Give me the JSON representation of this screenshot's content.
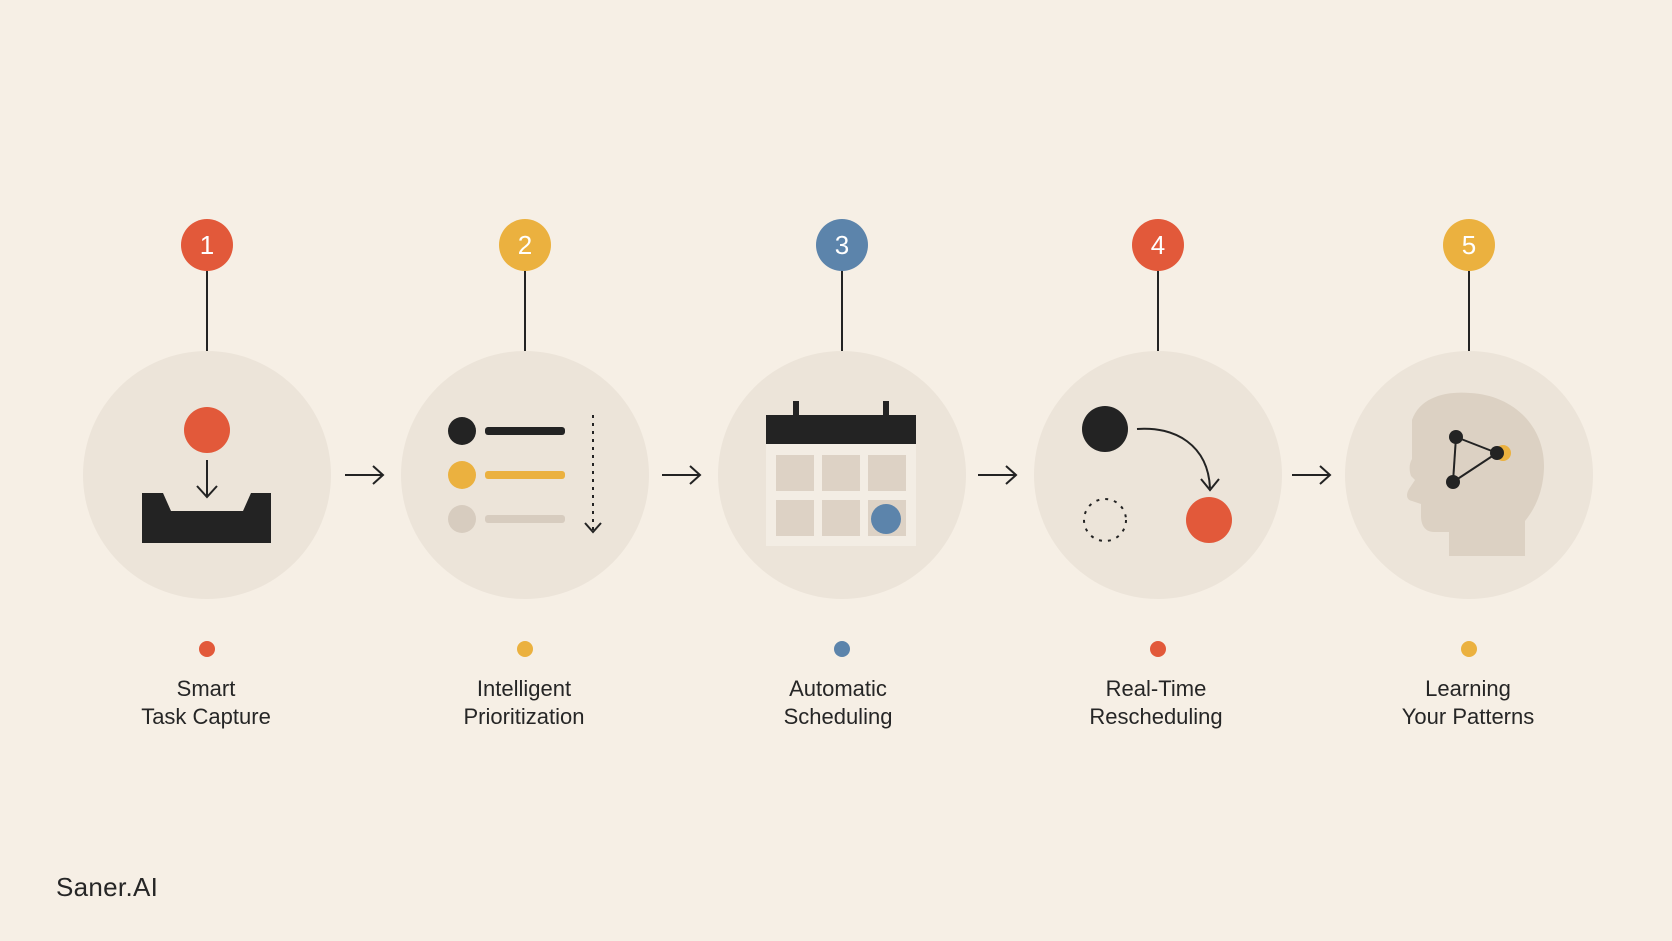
{
  "brand": "Saner.AI",
  "colors": {
    "background": "#f6efe5",
    "circle": "#ece4d9",
    "orange": "#e2593a",
    "yellow": "#ebb13f",
    "blue": "#5c84ab",
    "dark": "#232323",
    "muted": "#d7ccbf"
  },
  "steps": [
    {
      "number": "1",
      "title_line1": "Smart",
      "title_line2": "Task Capture",
      "color": "#e2593a",
      "icon": "inbox-drop-icon"
    },
    {
      "number": "2",
      "title_line1": "Intelligent",
      "title_line2": "Prioritization",
      "color": "#ebb13f",
      "icon": "priority-list-icon"
    },
    {
      "number": "3",
      "title_line1": "Automatic",
      "title_line2": "Scheduling",
      "color": "#5c84ab",
      "icon": "calendar-icon"
    },
    {
      "number": "4",
      "title_line1": "Real-Time",
      "title_line2": "Rescheduling",
      "color": "#e2593a",
      "icon": "reschedule-move-icon"
    },
    {
      "number": "5",
      "title_line1": "Learning",
      "title_line2": "Your Patterns",
      "color": "#ebb13f",
      "icon": "brain-network-icon"
    }
  ]
}
